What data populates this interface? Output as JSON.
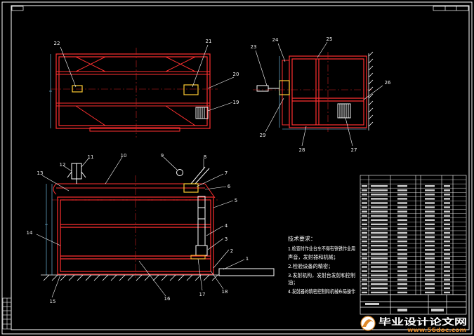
{
  "drawing": {
    "top_view_labels": [
      "22",
      "21",
      "20",
      "19"
    ],
    "side_view_labels": [
      "23",
      "24",
      "25",
      "26",
      "27",
      "28",
      "29"
    ],
    "front_view_labels": [
      "1",
      "2",
      "3",
      "4",
      "5",
      "6",
      "7",
      "8",
      "9",
      "10",
      "11",
      "12",
      "13",
      "14",
      "15",
      "16",
      "17",
      "18"
    ],
    "tech_requirements": {
      "title": "技术要求：",
      "items": [
        "1.检查时作业台车不得有铁锈作业用",
        "声音，发射器和机械；",
        "2.检验设备的精密；",
        "3.发射机构，发射台发射和控制",
        "油；",
        "4.发射器的精密控制和机械布局操作"
      ]
    },
    "watermark": {
      "title": "毕业设计论文网",
      "url": "www.56doc.com"
    },
    "colors": {
      "background": "#000000",
      "frame": "#ffffff",
      "structure": "#ff3030",
      "centerline": "#d02020",
      "leader": "#ffffff",
      "motor": "#f0f0f0",
      "plate": "#ffcc33",
      "watermark_accent": "#e08a2a"
    }
  }
}
